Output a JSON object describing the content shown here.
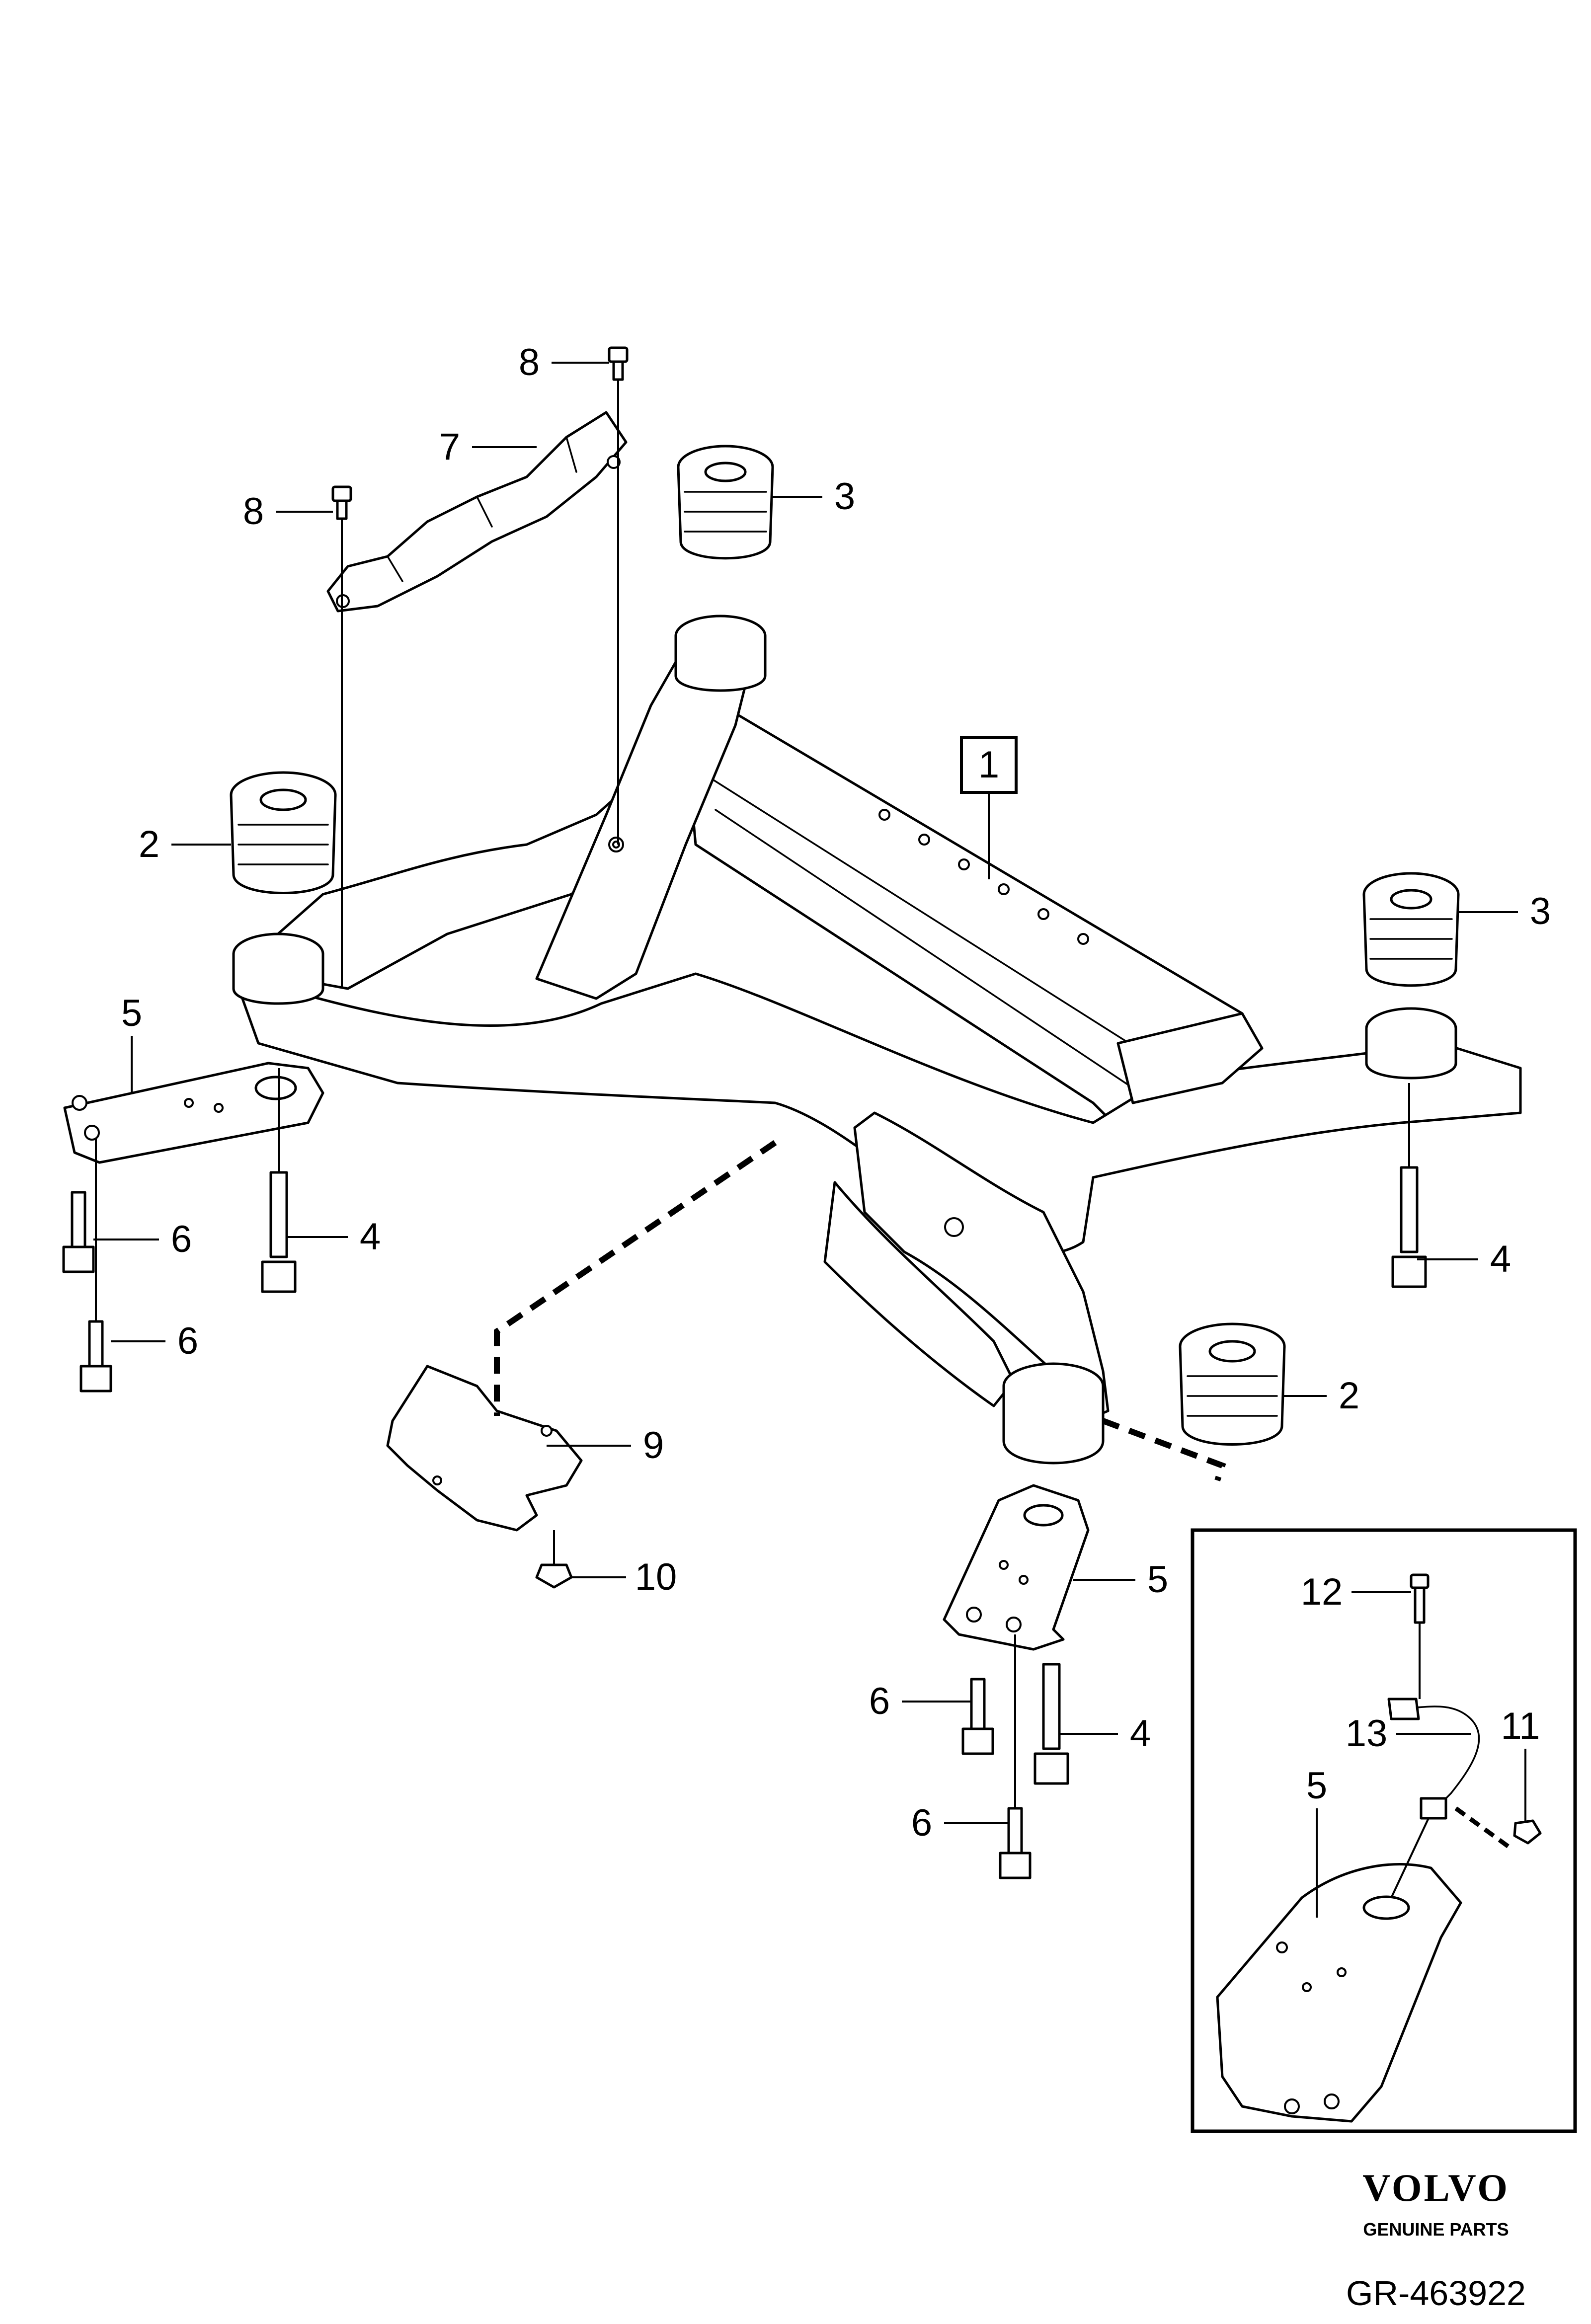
{
  "callouts": {
    "c1": "1",
    "c2a": "2",
    "c2b": "2",
    "c3a": "3",
    "c3b": "3",
    "c4a": "4",
    "c4b": "4",
    "c4c": "4",
    "c5a": "5",
    "c5b": "5",
    "c5c": "5",
    "c6a": "6",
    "c6b": "6",
    "c6c": "6",
    "c6d": "6",
    "c7": "7",
    "c8a": "8",
    "c8b": "8",
    "c9": "9",
    "c10": "10",
    "c11": "11",
    "c12": "12",
    "c13": "13"
  },
  "branding": {
    "logo_text": "VOLVO",
    "tagline": "GENUINE PARTS",
    "reference": "GR-463922"
  },
  "colors": {
    "line": "#000000",
    "background": "#ffffff"
  }
}
